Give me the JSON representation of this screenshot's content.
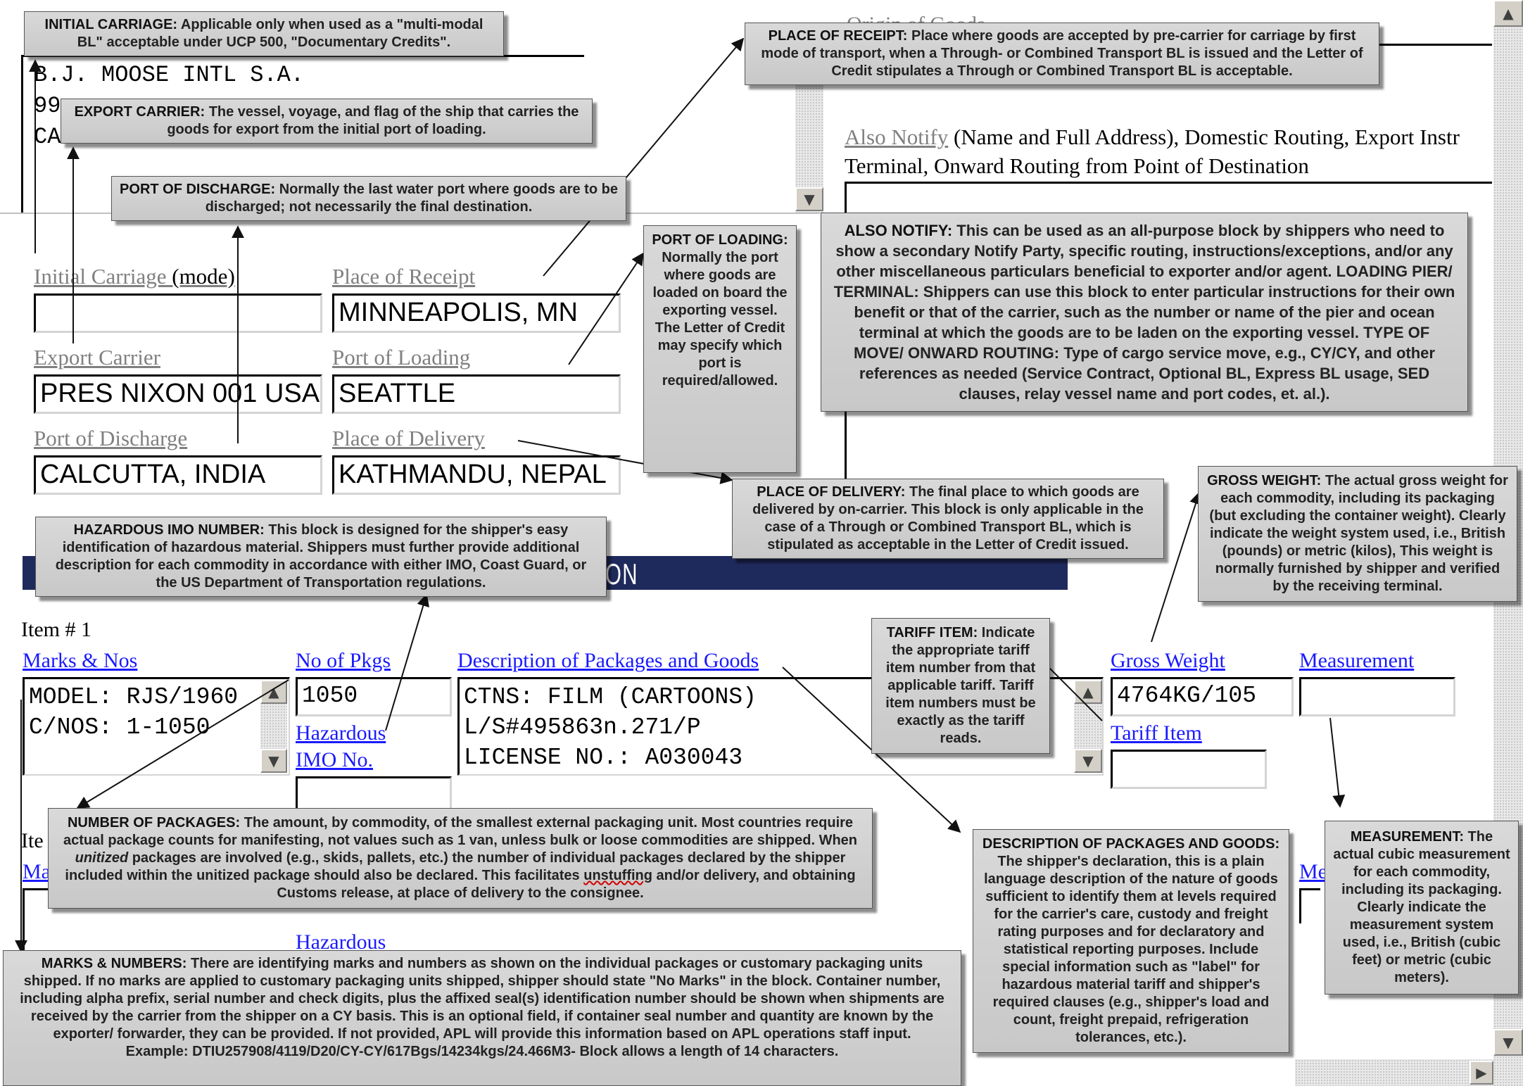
{
  "shipper_block": {
    "lines": [
      "B.J. MOOSE INTL S.A.",
      "99",
      "CA"
    ],
    "origin_label": "Origin of Goods"
  },
  "also_notify": {
    "label_link": "Also Notify",
    "label_rest": " (Name and Full Address), Domestic Routing, Export Instr",
    "label_line2": "Terminal, Onward Routing from Point of Destination"
  },
  "fields": {
    "initial_carriage": {
      "label": "Initial Carriage",
      "suffix": " (mode)",
      "value": ""
    },
    "place_of_receipt": {
      "label": "Place of Receipt",
      "value": "MINNEAPOLIS, MN"
    },
    "export_carrier": {
      "label": "Export Carrier",
      "value": "PRES NIXON 001 USA"
    },
    "port_of_loading": {
      "label": "Port of Loading",
      "value": "SEATTLE"
    },
    "port_of_discharge": {
      "label": "Port of Discharge",
      "value": "CALCUTTA, INDIA"
    },
    "place_of_delivery": {
      "label": "Place of Delivery",
      "value": "KATHMANDU, NEPAL"
    }
  },
  "banner_fragment": "ON",
  "item1": {
    "title": "Item # 1",
    "marks_label": "Marks & Nos",
    "marks_value": "MODEL: RJS/1960\nC/NOS: 1-1050",
    "pkgs_label": "No of Pkgs",
    "pkgs_value": "1050",
    "hazardous_label": "Hazardous",
    "imo_label": "IMO No.",
    "desc_label": "Description of Packages and Goods",
    "desc_value": "CTNS: FILM (CARTOONS)\nL/S#495863n.271/P\nLICENSE NO.: A030043",
    "gross_label": "Gross Weight",
    "gross_value": "4764KG/105",
    "tariff_label": "Tariff Item",
    "tariff_value": "",
    "measurement_label": "Measurement",
    "measurement_value": ""
  },
  "item2": {
    "title_fragment": "Ite",
    "marks_fragment": "Ma",
    "hazardous_label": "Hazardous",
    "measurement_fragment": "Me"
  },
  "notes": {
    "initial_carriage": {
      "head": "INITIAL CARRIAGE:",
      "body": " Applicable only when used as a \"multi-modal BL\" acceptable under UCP 500, \"Documentary Credits\"."
    },
    "export_carrier": {
      "head": "EXPORT CARRIER:",
      "body": " The vessel, voyage, and flag of the ship that carries the goods for export from the initial port of loading."
    },
    "port_of_discharge": {
      "head": "PORT OF DISCHARGE:",
      "body": " Normally the last water port where goods are to be discharged; not necessarily the final destination."
    },
    "place_of_receipt": {
      "head": "PLACE OF RECEIPT:",
      "body": " Place where goods are accepted by pre-carrier for carriage by first mode of transport, when a Through- or Combined Transport BL is issued and the Letter of Credit stipulates a Through or Combined Transport BL is acceptable."
    },
    "port_of_loading": {
      "head": "PORT OF LOADING:",
      "body": " Normally the port where goods are loaded on board the exporting vessel. The Letter of Credit may specify which port is required/allowed."
    },
    "also_notify": {
      "head": "ALSO NOTIFY:",
      "body": " This can be used as an all-purpose block by shippers who need to show a secondary Notify Party, specific routing, instructions/exceptions, and/or any other miscellaneous particulars beneficial to exporter and/or agent. LOADING PIER/ TERMINAL: Shippers can use this block to enter particular instructions for their own benefit or that of the carrier, such as the number or name of the pier and ocean terminal at which the goods are to be laden on the exporting vessel. TYPE OF MOVE/ ONWARD ROUTING: Type of cargo service move, e.g., CY/CY, and other references as needed (Service Contract, Optional BL, Express BL usage, SED clauses, relay vessel name and port codes, et. al.)."
    },
    "place_of_delivery": {
      "head": "PLACE OF DELIVERY:",
      "body": " The final place to which goods are delivered by on-carrier. This block is only applicable in the case of a Through or Combined Transport BL, which is stipulated as acceptable in the Letter of Credit issued."
    },
    "gross_weight": {
      "head": "GROSS WEIGHT:",
      "body": " The actual gross weight for each commodity, including its packaging (but excluding the container weight). Clearly indicate the weight system used, i.e., British (pounds) or metric (kilos), This weight is normally furnished by shipper and verified by the receiving terminal."
    },
    "hazardous_imo": {
      "head": "HAZARDOUS IMO NUMBER:",
      "body": " This block is designed for the shipper's easy identification of hazardous material.  Shippers must further provide additional description for each commodity in accordance with either IMO, Coast Guard, or the US Department of Transportation regulations."
    },
    "tariff_item": {
      "head": "TARIFF ITEM:",
      "body": " Indicate the appropriate tariff item number from that applicable tariff. Tariff item numbers must be exactly as the tariff reads."
    },
    "number_of_packages": {
      "head": "NUMBER OF PACKAGES:",
      "body_1": " The amount, by commodity, of the smallest external packaging unit. Most countries require actual package counts for manifesting, not values such as 1 van, unless bulk or loose commodities are shipped. When ",
      "body_em": "unitized",
      "body_2": " packages are involved (e.g., skids, pallets, etc.) the number of individual packages declared by the shipper included within the unitized package should also be declared. This facilitates ",
      "body_u": "unstuffing",
      "body_3": " and/or delivery, and obtaining Customs release, at place of delivery to the consignee."
    },
    "description": {
      "head": "DESCRIPTION OF PACKAGES AND GOODS:",
      "body": " The shipper's declaration, this is a plain language description of the nature of goods sufficient to identify them at levels required for the carrier's care, custody and freight rating purposes and for declaratory and statistical reporting purposes. Include special information such as \"label\" for hazardous material tariff and shipper's required clauses (e.g., shipper's load and count, freight prepaid, refrigeration tolerances, etc.)."
    },
    "measurement": {
      "head": "MEASUREMENT:",
      "body": " The actual cubic measurement for each commodity, including its packaging. Clearly indicate the measurement system used, i.e., British (cubic feet) or metric (cubic meters)."
    },
    "marks_numbers": {
      "head": "MARKS & NUMBERS:",
      "body": " There are identifying marks and numbers as shown on the individual packages or customary packaging units shipped. If no marks are applied to customary packaging units shipped, shipper should state \"No Marks\" in the block. Container number, including alpha prefix, serial number and check digits, plus the affixed seal(s) identification number should be shown when shipments are received by the carrier from the shipper on a CY basis. This is an optional field, if container seal number and quantity are known by the exporter/ forwarder, they can be provided. If not provided, APL will provide this information based on APL operations staff input.",
      "example": "Example: DTIU257908/4119/D20/CY-CY/617Bgs/14234kgs/24.466M3- Block allows a length of 14 characters."
    }
  },
  "icons": {
    "scroll_up": "▲",
    "scroll_down": "▼",
    "scroll_right": "▶"
  }
}
